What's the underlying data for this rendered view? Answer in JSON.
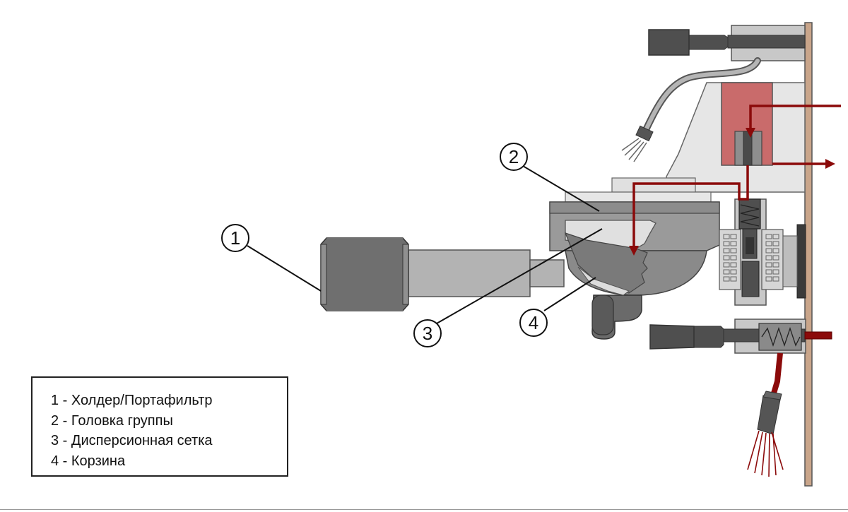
{
  "callouts": [
    {
      "number": "1"
    },
    {
      "number": "2"
    },
    {
      "number": "3"
    },
    {
      "number": "4"
    }
  ],
  "legend": {
    "items": [
      "1 - Холдер/Портафильтр",
      "2 - Головка группы",
      "3 - Дисперсионная сетка",
      "4 - Корзина"
    ]
  },
  "colors": {
    "flow_arrow": "#8b0a0a",
    "heated_block": "#c96b6b",
    "wall": "#c9a58a",
    "dark_metal": "#555555",
    "mid_metal": "#8a8a8a",
    "light_metal": "#b3b3b3",
    "housing": "#e6e6e6"
  }
}
